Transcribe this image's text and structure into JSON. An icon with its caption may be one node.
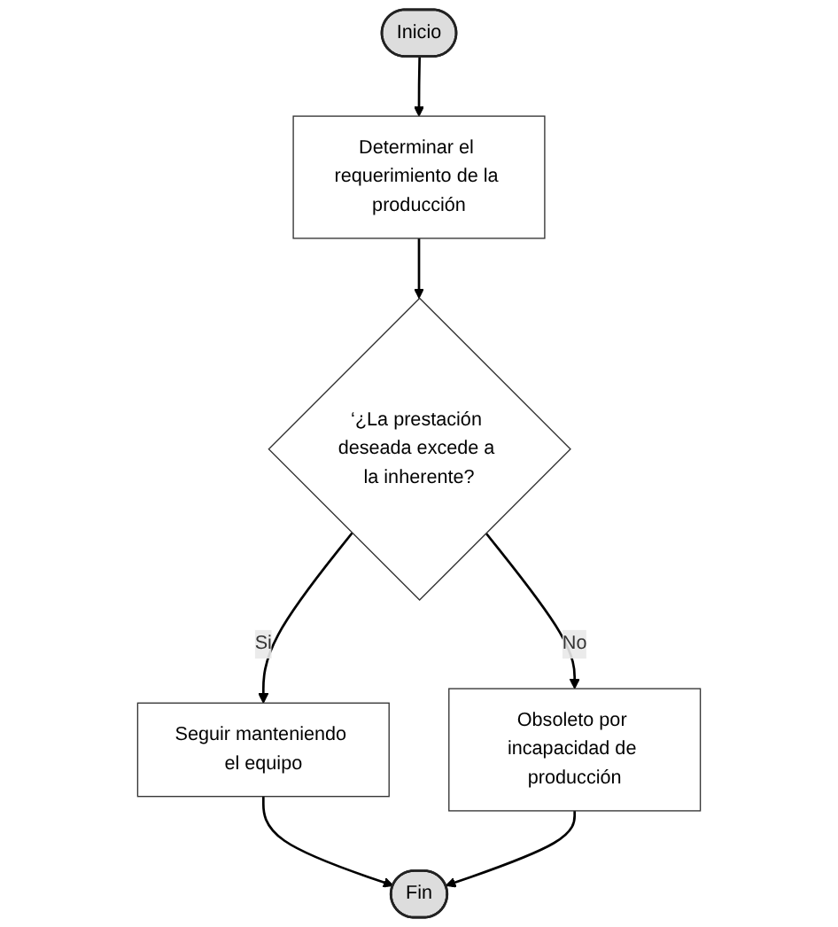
{
  "diagram": {
    "nodes": [
      {
        "text": [
          "Inicio"
        ]
      },
      {
        "text": [
          "Determinar el requerimiento de la producción"
        ]
      },
      {
        "text": [
          "‘¿La prestación deseada excede a la inherente?"
        ]
      },
      {
        "text": [
          "Seguir manteniendo el equipo"
        ]
      },
      {
        "text": [
          "Obsoleto por incapacidad de producción"
        ]
      },
      {
        "text": [
          "Fin"
        ]
      }
    ],
    "edges": [
      {
        "from": 0,
        "to": 1,
        "arrow": "to"
      },
      {
        "from": 1,
        "to": 2,
        "arrow": "to"
      },
      {
        "from": 2,
        "to": 3,
        "label": "Si",
        "arrow": "to"
      },
      {
        "from": 2,
        "to": 4,
        "label": "No",
        "arrow": "to"
      },
      {
        "from": 3,
        "to": 5,
        "arrow": "to"
      },
      {
        "from": 4,
        "to": 5,
        "arrow": "to"
      }
    ]
  }
}
